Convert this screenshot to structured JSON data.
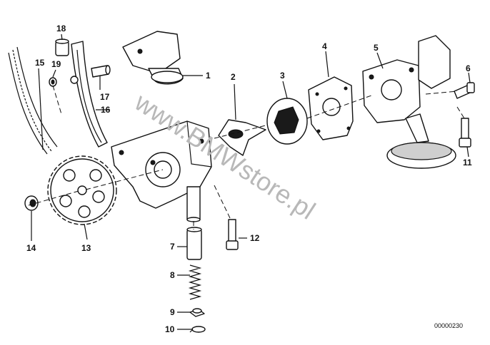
{
  "diagram": {
    "callouts": [
      {
        "id": "c1",
        "text": "1"
      },
      {
        "id": "c2",
        "text": "2"
      },
      {
        "id": "c3",
        "text": "3"
      },
      {
        "id": "c4",
        "text": "4"
      },
      {
        "id": "c5",
        "text": "5"
      },
      {
        "id": "c6",
        "text": "6"
      },
      {
        "id": "c7",
        "text": "7"
      },
      {
        "id": "c8",
        "text": "8"
      },
      {
        "id": "c9",
        "text": "9"
      },
      {
        "id": "c10",
        "text": "10"
      },
      {
        "id": "c11",
        "text": "11"
      },
      {
        "id": "c12",
        "text": "12"
      },
      {
        "id": "c13",
        "text": "13"
      },
      {
        "id": "c14",
        "text": "14"
      },
      {
        "id": "c15",
        "text": "15"
      },
      {
        "id": "c16",
        "text": "16"
      },
      {
        "id": "c17",
        "text": "17"
      },
      {
        "id": "c18",
        "text": "18"
      },
      {
        "id": "c19",
        "text": "19"
      }
    ],
    "watermark": "www.BMWstore.pl",
    "reference_number": "00000230"
  }
}
